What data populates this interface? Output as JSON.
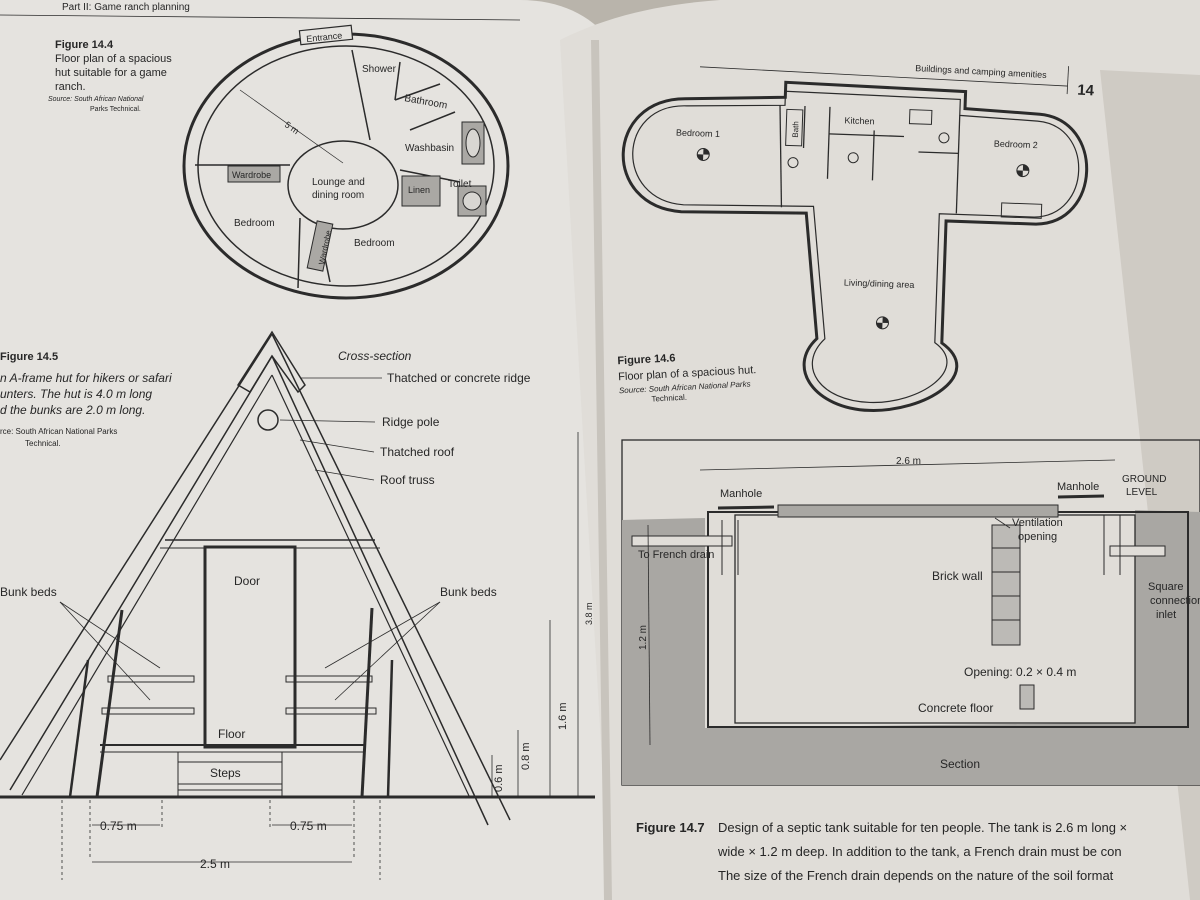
{
  "header_left": "Part II:  Game ranch planning",
  "header_right": "Buildings and camping amenities",
  "chapter_number": "14",
  "fig144": {
    "label": "Figure 14.4",
    "caption": [
      "Floor plan of a spacious",
      "hut suitable for a game",
      "ranch."
    ],
    "source": [
      "Source: South African National",
      "Parks Technical."
    ],
    "rooms": {
      "entrance": "Entrance",
      "shower": "Shower",
      "bathroom": "Bathroom",
      "washbasin": "Washbasin",
      "toilet": "Toilet",
      "linen": "Linen",
      "lounge1": "Lounge and",
      "lounge2": "dining room",
      "wardrobe_a": "Wardrobe",
      "wardrobe_b": "Wardrobe",
      "bedroom_a": "Bedroom",
      "bedroom_b": "Bedroom",
      "radius": "5 m"
    }
  },
  "fig145": {
    "label": "Figure 14.5",
    "caption": [
      "n A-frame hut for hikers or safari",
      "unters. The hut is 4.0 m long",
      "d the bunks are 2.0 m long."
    ],
    "source": [
      "rce: South African National Parks",
      "Technical."
    ],
    "labels": {
      "cross_section": "Cross-section",
      "ridge": "Thatched or concrete ridge",
      "ridge_pole": "Ridge pole",
      "thatched_roof": "Thatched roof",
      "roof_truss": "Roof truss",
      "bunk_left": "Bunk beds",
      "bunk_right": "Bunk beds",
      "door": "Door",
      "floor": "Floor",
      "steps": "Steps"
    },
    "dims": {
      "w1": "0.75 m",
      "w2": "0.75 m",
      "w3": "2.5 m",
      "h1": "0.6 m",
      "h2": "0.8 m",
      "h3": "1.6 m",
      "h4": "3.8 m"
    }
  },
  "fig146": {
    "label": "Figure 14.6",
    "caption": "Floor plan of a spacious hut.",
    "source": [
      "Source: South African National Parks",
      "Technical."
    ],
    "rooms": {
      "bedroom1": "Bedroom 1",
      "bedroom2": "Bedroom 2",
      "bath": "Bath",
      "kitchen": "Kitchen",
      "living": "Living/dining area"
    }
  },
  "fig147": {
    "labels": {
      "width": "2.6 m",
      "manhole_left": "Manhole",
      "manhole_right": "Manhole",
      "ground1": "GROUND",
      "ground2": "LEVEL",
      "french_drain": "To French drain",
      "vent1": "Ventilation",
      "vent2": "opening",
      "brick_wall": "Brick wall",
      "square1": "Square",
      "square2": "connection",
      "square3": "inlet",
      "depth": "1.2 m",
      "opening": "Opening: 0.2 × 0.4 m",
      "concrete_floor": "Concrete floor",
      "section": "Section"
    },
    "caption_label": "Figure 14.7",
    "caption_lines": [
      "Design of a septic tank suitable for ten people. The tank is 2.6 m long ×",
      "wide × 1.2 m deep. In addition to the tank, a French drain must be con",
      "The size of the French drain depends on the nature of the soil format"
    ]
  }
}
